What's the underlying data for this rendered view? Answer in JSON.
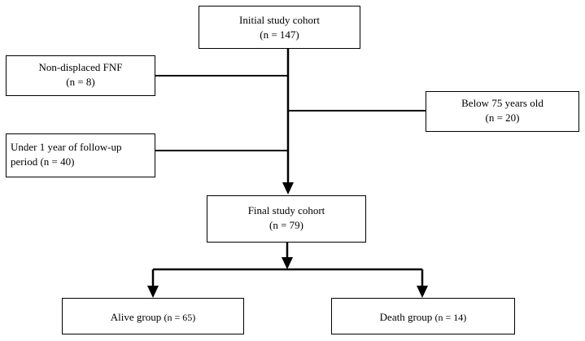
{
  "flowchart": {
    "initial_cohort": {
      "title": "Initial study cohort",
      "count": "(n = 147)"
    },
    "non_displaced": {
      "title": "Non-displaced FNF",
      "count": "(n = 8)"
    },
    "below_75": {
      "title": "Below 75 years old",
      "count": "(n = 20)"
    },
    "under_1_year": {
      "line1": "Under 1 year of follow-up",
      "line2": "period (n = 40)"
    },
    "final_cohort": {
      "title": "Final study cohort",
      "count": "(n = 79)"
    },
    "alive_group": {
      "title": "Alive group",
      "count": "(n = 65)"
    },
    "death_group": {
      "title": "Death group",
      "count": "(n = 14)"
    }
  },
  "colors": {
    "line": "#000000",
    "box_border": "#000000",
    "background": "#ffffff"
  }
}
